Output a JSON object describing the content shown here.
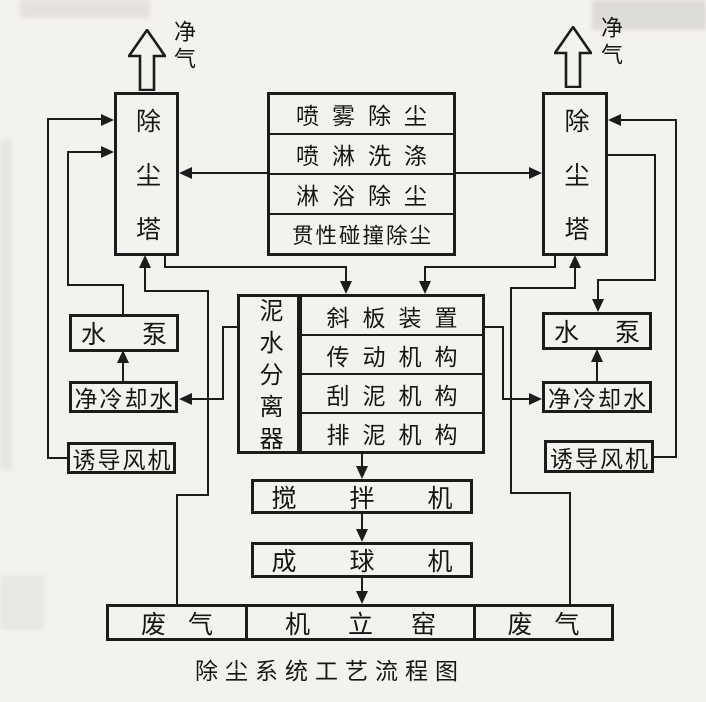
{
  "title": "除尘系统工艺流程图",
  "clean_gas": {
    "left": "净气",
    "right": "净气"
  },
  "towers": {
    "left": "除尘塔",
    "right": "除尘塔"
  },
  "spray_methods": [
    "喷雾除尘",
    "喷淋洗涤",
    "淋浴除尘",
    "贯性碰撞除尘"
  ],
  "separator": "泥水分离器",
  "mechanisms": [
    "斜板装置",
    "传动机构",
    "刮泥机构",
    "排泥机构"
  ],
  "pumps": {
    "left": "水泵",
    "right": "水泵"
  },
  "cooling_water": {
    "left": "净冷却水",
    "right": "净冷却水"
  },
  "induced_fans": {
    "left": "诱导风机",
    "right": "诱导风机"
  },
  "mixer": "搅拌机",
  "ball_former": "成球机",
  "bottom_row": {
    "waste_gas_left": "废气",
    "kiln": "机立窑",
    "waste_gas_right": "废气"
  },
  "colors": {
    "ink": "#1c1c1c",
    "paper": "#f4f2ee"
  }
}
